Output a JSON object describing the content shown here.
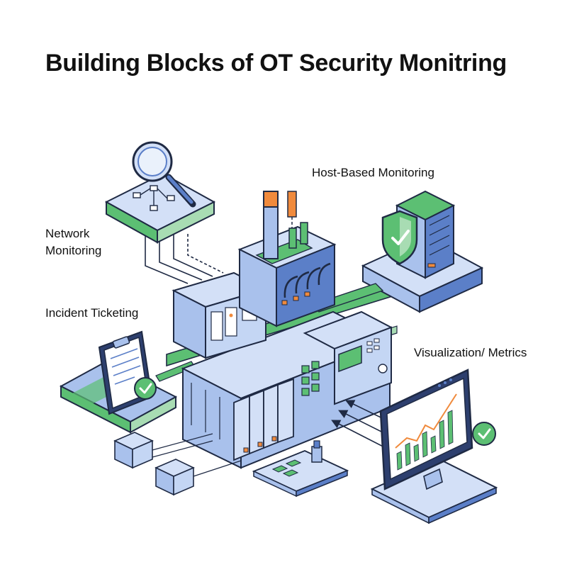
{
  "title": "Building Blocks of OT Security Monitring",
  "labels": {
    "network_line1": "Network",
    "network_line2": "Monitoring",
    "host": "Host-Based Monitoring",
    "incident": "Incident Ticketing",
    "visualization": "Visualization/ Metrics"
  },
  "colors": {
    "outline": "#1f2a44",
    "blue": "#a9c1ec",
    "blue_light": "#d3e0f7",
    "blue_dark": "#5b7fc8",
    "green": "#5cbf73",
    "green_light": "#a8dcb3",
    "orange": "#f08a3c"
  },
  "icons": [
    "magnifier-icon",
    "network-topology-icon",
    "shield-check-icon",
    "server-rack-icon",
    "clipboard-icon",
    "check-badge-icon",
    "monitor-chart-icon",
    "plc-rack-icon"
  ]
}
